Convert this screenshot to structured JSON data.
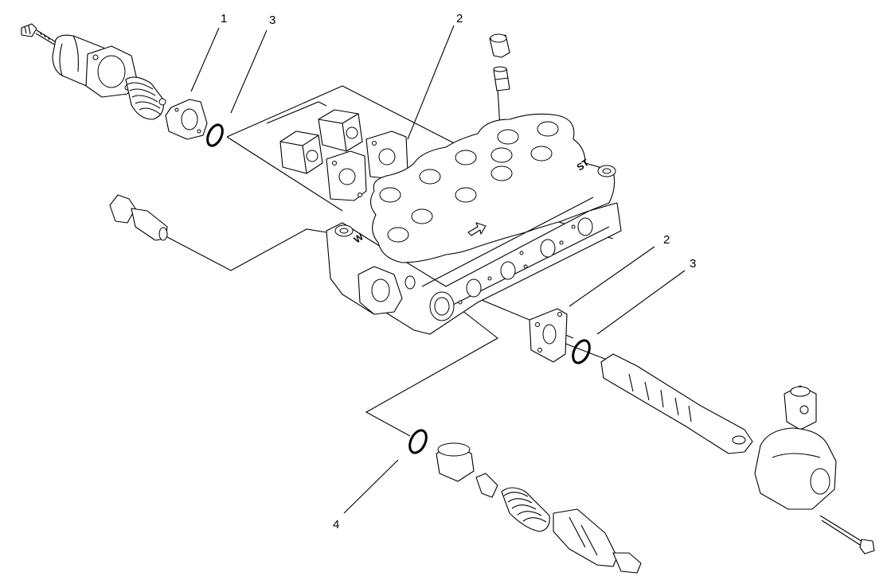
{
  "callouts": {
    "c1": "1",
    "c2_top": "2",
    "c3_top": "3",
    "c2_right": "2",
    "c3_right": "3",
    "c4": "4"
  },
  "markings": {
    "port_mark_left": "W",
    "port_mark_right": "ST"
  }
}
